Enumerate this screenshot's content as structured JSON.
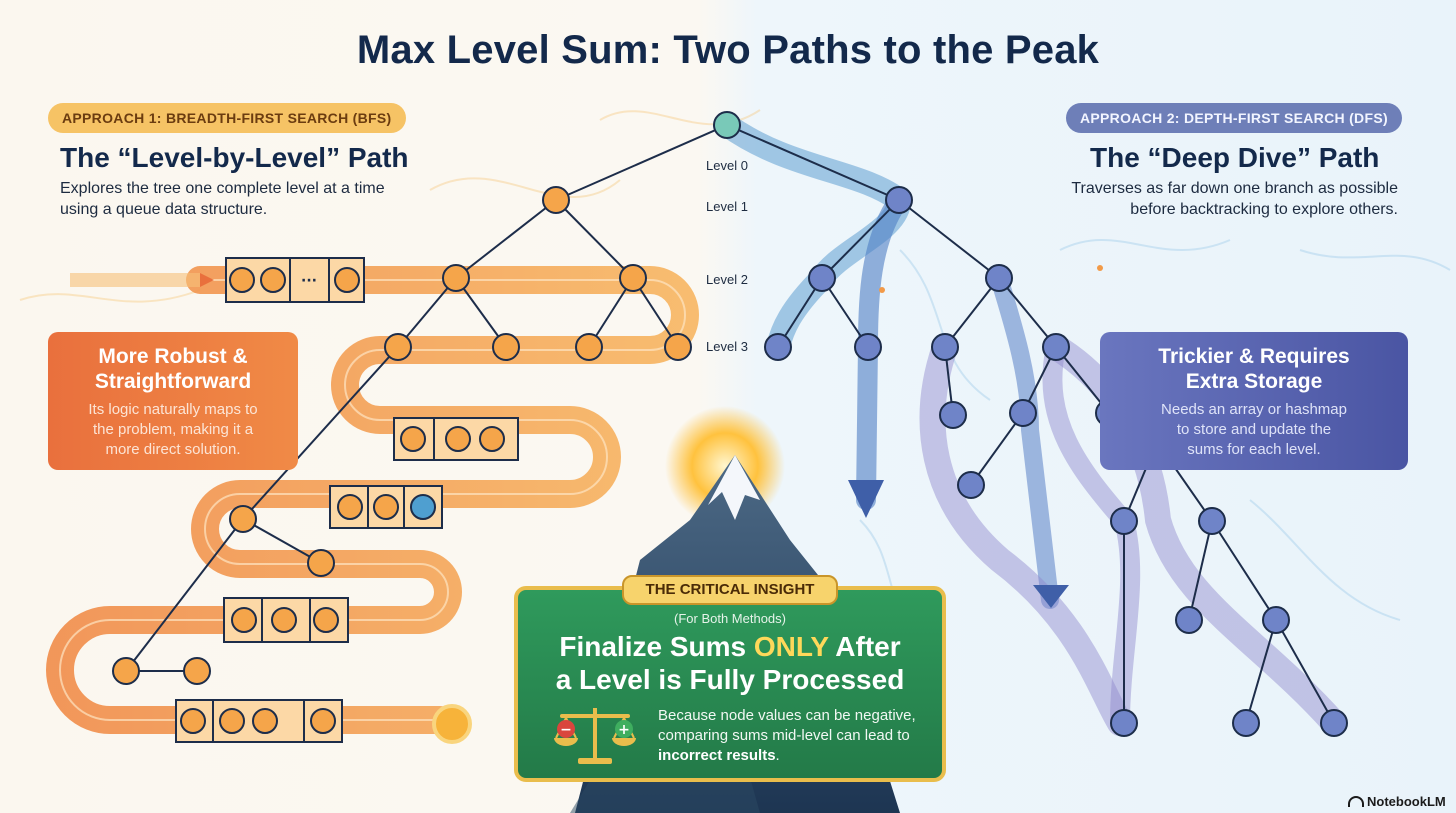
{
  "title": "Max Level Sum: Two Paths to the Peak",
  "bfs": {
    "badge": "APPROACH 1: BREADTH-FIRST SEARCH (BFS)",
    "heading": "The “Level-by-Level” Path",
    "description": "Explores the tree one complete level at a time using a queue data structure.",
    "card_title_1": "More Robust &",
    "card_title_2": "Straightforward",
    "card_body": "Its logic naturally maps to the problem, making it a more direct solution."
  },
  "dfs": {
    "badge": "APPROACH 2: DEPTH-FIRST SEARCH (DFS)",
    "heading": "The “Deep Dive” Path",
    "description": "Traverses as far down one branch as possible before backtracking to explore others.",
    "card_title_1": "Trickier & Requires",
    "card_title_2": "Extra Storage",
    "card_body": "Needs an array or hashmap to store and update the sums for each level."
  },
  "levels": [
    "Level 0",
    "Level 1",
    "Level 2",
    "Level 3"
  ],
  "queue_ellipsis": "···",
  "insight": {
    "tab": "THE CRITICAL INSIGHT",
    "subtitle": "(For Both Methods)",
    "headline_1": "Finalize Sums ",
    "headline_highlight": "ONLY",
    "headline_2": " After",
    "headline_3": "a Level is Fully Processed",
    "body_1": "Because node values can be negative, comparing sums mid-level can lead to ",
    "body_bold": "incorrect results",
    "body_2": ".",
    "scale_minus": "−",
    "scale_plus": "+"
  },
  "brand": "NotebookLM",
  "colors": {
    "bfs_orange": "#f29a48",
    "node_orange": "#f5a54a",
    "dfs_blue": "#5f96cf",
    "dfs_purple": "#8f87cc",
    "node_blue": "#6f84c8",
    "insight_green": "#2f9a5c",
    "insight_gold": "#e9bd4c"
  }
}
